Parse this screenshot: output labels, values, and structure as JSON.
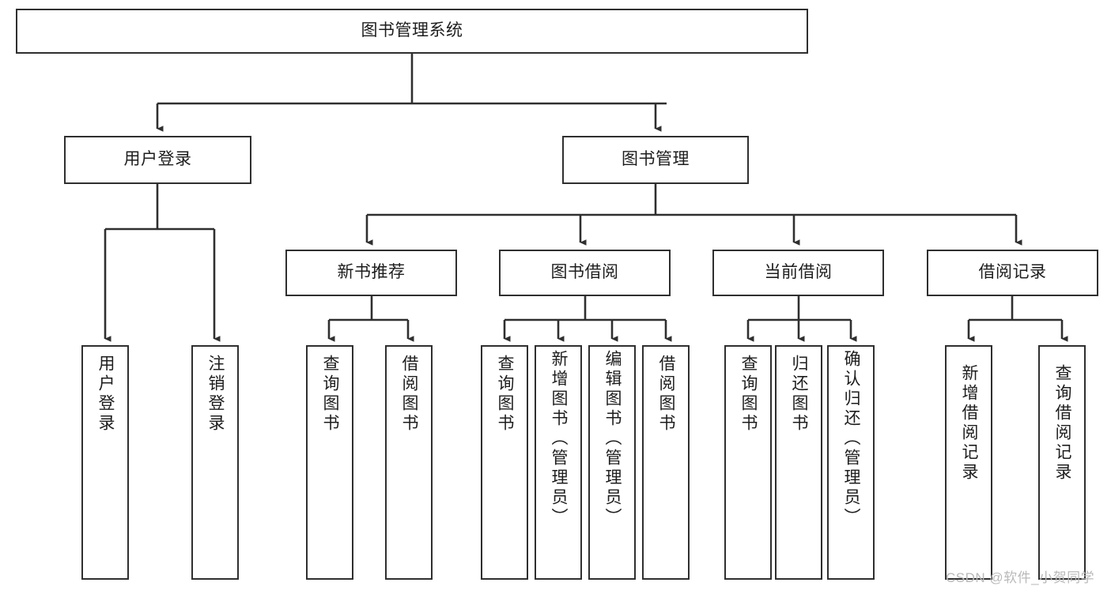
{
  "diagram": {
    "type": "tree-hierarchy",
    "title": "图书管理系统",
    "orientation": "top-down",
    "line_color": "#2f2f2f",
    "box_fill": "#ffffff",
    "text_color": "#1d1d1d",
    "root": {
      "id": "root",
      "label": "图书管理系统"
    },
    "level2": [
      {
        "id": "user-login",
        "label": "用户登录"
      },
      {
        "id": "book-manage",
        "label": "图书管理"
      }
    ],
    "level3": [
      {
        "id": "new-book-recommend",
        "label": "新书推荐",
        "parent": "book-manage"
      },
      {
        "id": "book-borrow",
        "label": "图书借阅",
        "parent": "book-manage"
      },
      {
        "id": "current-borrow",
        "label": "当前借阅",
        "parent": "book-manage"
      },
      {
        "id": "borrow-record",
        "label": "借阅记录",
        "parent": "book-manage"
      }
    ],
    "leaves": [
      {
        "id": "leaf-user-login",
        "label": "用户登录",
        "parent": "user-login"
      },
      {
        "id": "leaf-user-logout",
        "label": "注销登录",
        "parent": "user-login"
      },
      {
        "id": "leaf-rec-query-book",
        "label": "查询图书",
        "parent": "new-book-recommend"
      },
      {
        "id": "leaf-rec-borrow-book",
        "label": "借阅图书",
        "parent": "new-book-recommend"
      },
      {
        "id": "leaf-borrow-query-book",
        "label": "查询图书",
        "parent": "book-borrow"
      },
      {
        "id": "leaf-borrow-add-book",
        "label": "新增图书（管理员）",
        "parent": "book-borrow"
      },
      {
        "id": "leaf-borrow-edit-book",
        "label": "编辑图书（管理员）",
        "parent": "book-borrow"
      },
      {
        "id": "leaf-borrow-borrow-book",
        "label": "借阅图书",
        "parent": "book-borrow"
      },
      {
        "id": "leaf-current-query-book",
        "label": "查询图书",
        "parent": "current-borrow"
      },
      {
        "id": "leaf-current-return-book",
        "label": "归还图书",
        "parent": "current-borrow"
      },
      {
        "id": "leaf-current-confirm-return",
        "label": "确认归还（管理员）",
        "parent": "current-borrow"
      },
      {
        "id": "leaf-record-add",
        "label": "新增借阅记录",
        "parent": "borrow-record"
      },
      {
        "id": "leaf-record-query",
        "label": "查询借阅记录",
        "parent": "borrow-record"
      }
    ]
  },
  "watermark": {
    "text": "CSDN @软件_小贺同学"
  }
}
